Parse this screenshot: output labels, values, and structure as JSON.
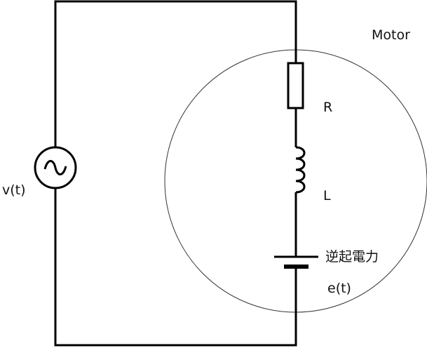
{
  "labels": {
    "source": "v(t)",
    "motor": "Motor",
    "resistor": "R",
    "inductor": "L",
    "back_emf_jp": "逆起電力",
    "back_emf": "e(t)"
  },
  "colors": {
    "wire": "#000000",
    "motor_outline": "#333333",
    "text": "#111111",
    "background": "#ffffff"
  },
  "icons": {
    "source": "ac-sine-source-icon",
    "battery": "battery-cell-icon"
  }
}
